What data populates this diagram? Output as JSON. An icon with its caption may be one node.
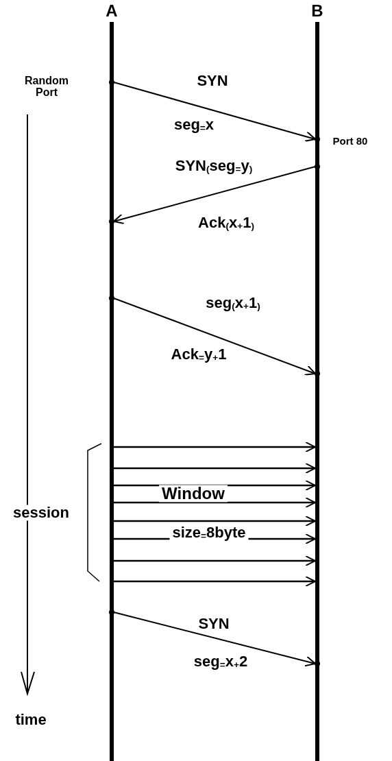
{
  "diagram": {
    "nodes": [
      {
        "text": [
          "A"
        ]
      },
      {
        "text": [
          "B"
        ]
      }
    ],
    "edges": [
      {
        "from": 0,
        "to": 1,
        "arrow": "to",
        "label": "SYN"
      },
      {
        "from": 1,
        "to": 0,
        "arrow": "to",
        "label": "SYN$_{(}$seg$_{=}$y$_{)}$"
      },
      {
        "from": 0,
        "to": 1,
        "arrow": "to",
        "label": "seg$_{(}$x$_{+}$1$_{)}$"
      },
      {
        "from": 0,
        "to": 1,
        "arrow": "to"
      },
      {
        "from": 0,
        "to": 1,
        "arrow": "to"
      },
      {
        "from": 0,
        "to": 1,
        "arrow": "to"
      },
      {
        "from": 0,
        "to": 1,
        "arrow": "to"
      },
      {
        "from": 0,
        "to": 1,
        "arrow": "to"
      },
      {
        "from": 0,
        "to": 1,
        "arrow": "to"
      },
      {
        "from": 0,
        "to": 1,
        "arrow": "to"
      },
      {
        "from": 0,
        "to": 1,
        "arrow": "to"
      },
      {
        "from": 0,
        "to": 1,
        "arrow": "to",
        "label": "SYN"
      }
    ],
    "labels": [
      "Random Port",
      "seg$_{=}$x",
      "Port 80",
      "Ack$_{(}$x$_{+}$1$_{)}$",
      "Ack$_{=}$y$_{+}$1",
      "Window",
      "session",
      "size$_{=}$8byte",
      "seg$_{=}$x$_{+}$2",
      "time"
    ]
  }
}
